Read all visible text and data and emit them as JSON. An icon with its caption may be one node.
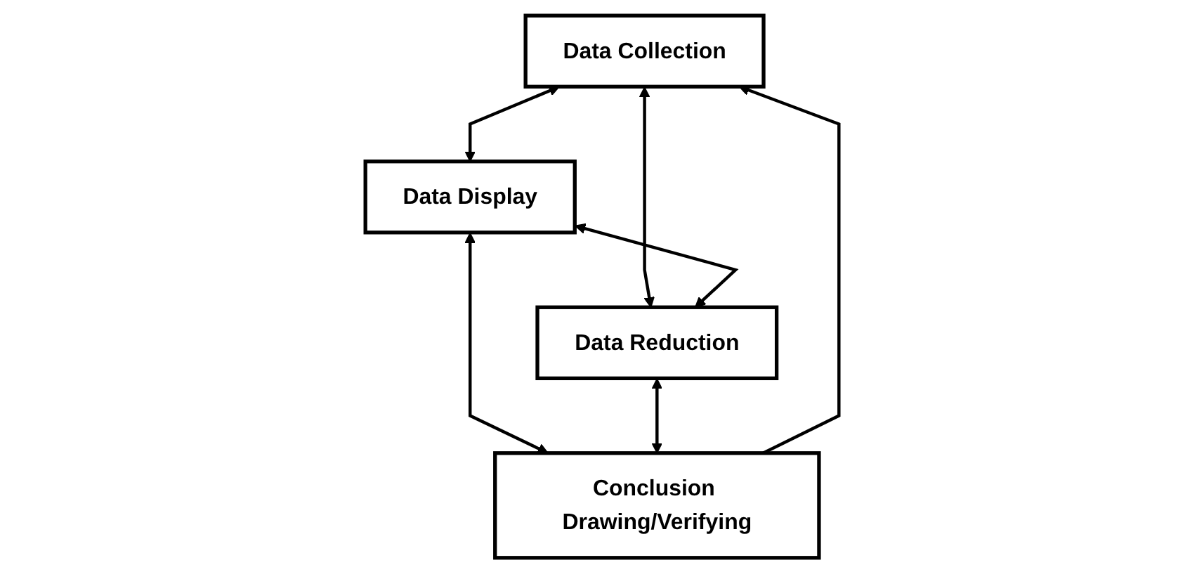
{
  "diagram": {
    "nodes": [
      {
        "text": [
          "Data Collection"
        ]
      },
      {
        "text": [
          "Data Display"
        ]
      },
      {
        "text": [
          "Data Reduction"
        ]
      },
      {
        "text": [
          "Conclusion Drawing/Verifying"
        ]
      }
    ],
    "edges": [
      {
        "from": 0,
        "to": 1,
        "arrow": "both"
      },
      {
        "from": 0,
        "to": 2,
        "arrow": "both"
      },
      {
        "from": 1,
        "to": 2,
        "arrow": "both"
      },
      {
        "from": 1,
        "to": 3,
        "arrow": "both"
      },
      {
        "from": 2,
        "to": 3,
        "arrow": "both"
      },
      {
        "from": 3,
        "to": 0,
        "arrow": "to"
      }
    ]
  }
}
